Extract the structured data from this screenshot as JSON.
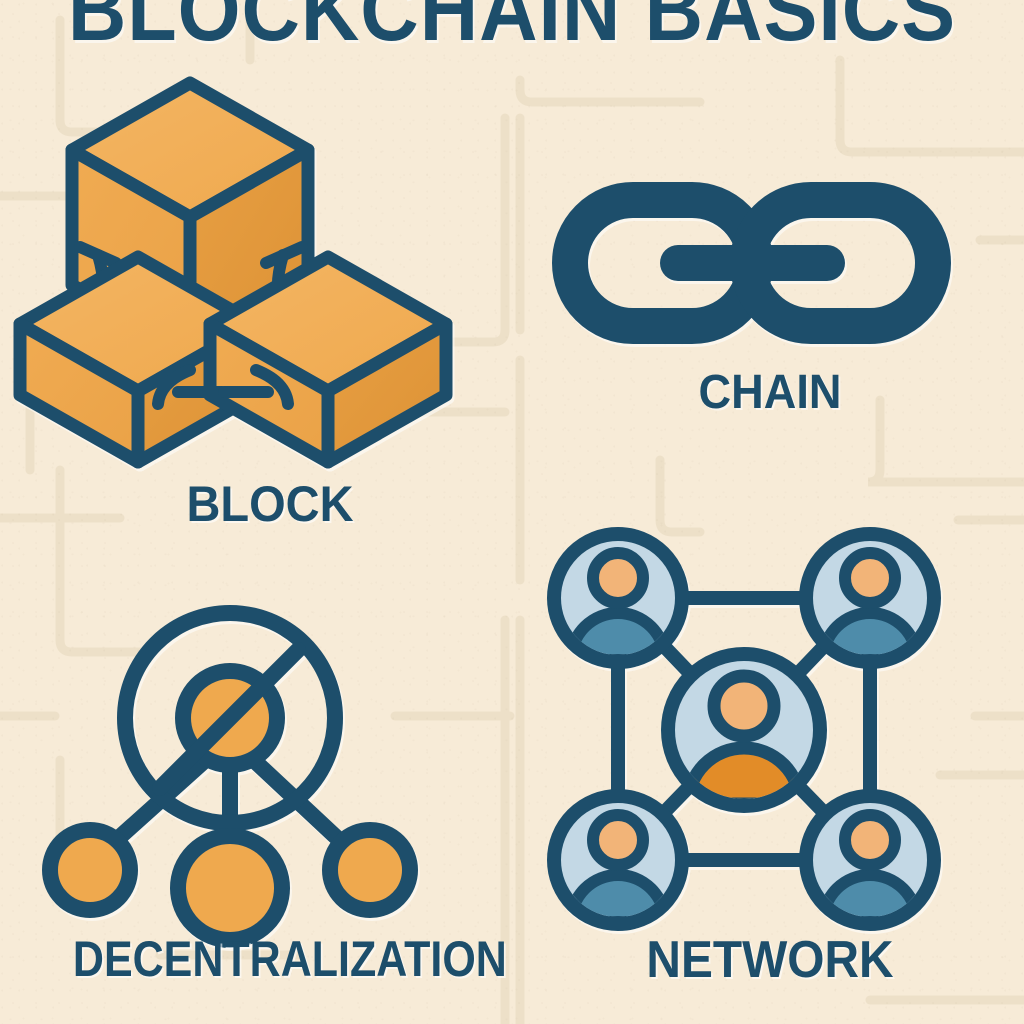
{
  "poster": {
    "title": "BLOCKCHAIN BASICS",
    "background_color": "#F7EBD7",
    "pattern_color": "#EDE0C8",
    "ink_color": "#1D4E6B",
    "accent_orange": "#EFA94E",
    "accent_orange_dark": "#E09A3E",
    "accent_orange_deep": "#E28C28",
    "light_blue": "#C3D8E5",
    "teal_blue": "#4E8CAA",
    "peach": "#F2B478"
  },
  "sections": [
    {
      "id": "block",
      "label": "BLOCK",
      "icon_name": "three-stacked-cubes-icon",
      "description": "Three isometric cubes linked by small connectors"
    },
    {
      "id": "chain",
      "label": "CHAIN",
      "icon_name": "chain-links-icon",
      "description": "Two interlocking rounded chain links joined by a bar"
    },
    {
      "id": "decentralization",
      "label": "DECENTRALIZATION",
      "icon_name": "no-central-authority-network-icon",
      "description": "Crossed-out central node branching to three peer nodes"
    },
    {
      "id": "network",
      "label": "NETWORK",
      "icon_name": "peer-network-users-icon",
      "description": "Five user avatars connected in a square with a central hub"
    }
  ],
  "block_icon": {
    "cubes": [
      {
        "position": "top",
        "fill_top": "#F3B05A",
        "fill_left": "#EFA94E",
        "fill_right": "#E09A3E"
      },
      {
        "position": "bottom-left",
        "fill_top": "#F3B05A",
        "fill_left": "#EFA94E",
        "fill_right": "#E09A3E"
      },
      {
        "position": "bottom-right",
        "fill_top": "#F3B05A",
        "fill_left": "#EFA94E",
        "fill_right": "#E09A3E"
      }
    ],
    "connector_count": 3
  },
  "chain_icon": {
    "link_count": 2,
    "connector_bar": true,
    "stroke_color": "#1D4E6B"
  },
  "decentralization_icon": {
    "central_node_crossed_out": true,
    "peer_node_count": 3,
    "node_fill": "#EFA94E",
    "ring_color": "#1D4E6B"
  },
  "network_icon": {
    "node_count": 5,
    "corner_nodes": 4,
    "center_node_highlighted": true,
    "corner_body_color": "#4E8CAA",
    "center_body_color": "#E28C28",
    "head_color": "#F2B478",
    "circle_fill": "#C3D8E5",
    "edge_count": 8
  }
}
